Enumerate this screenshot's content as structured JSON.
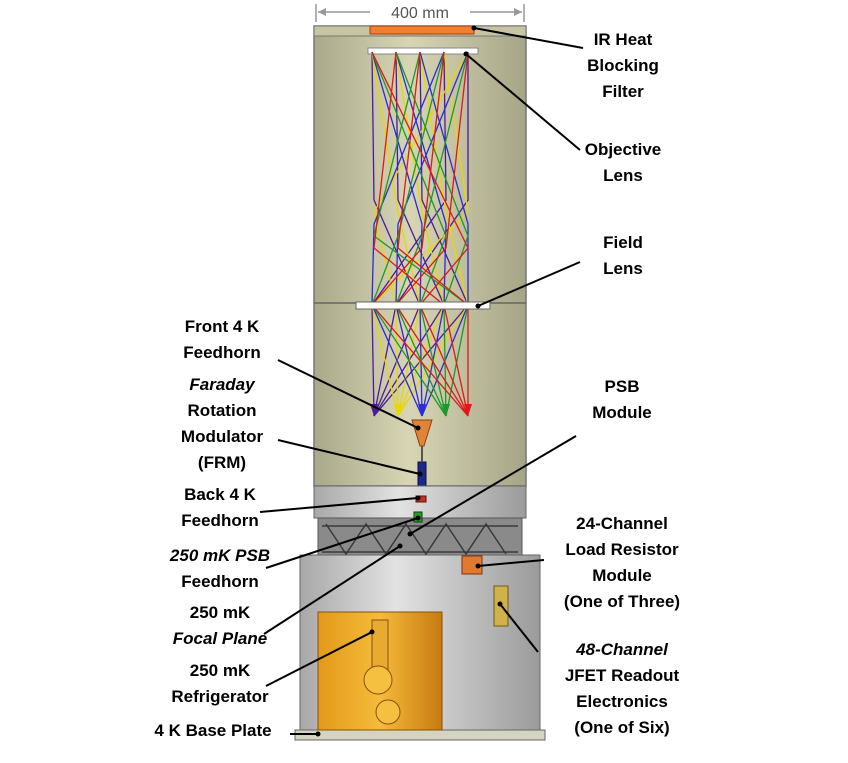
{
  "dimension_label": "400 mm",
  "labels": {
    "ir_filter": [
      "IR Heat",
      "Blocking",
      "Filter"
    ],
    "objective_lens": [
      "Objective",
      "Lens"
    ],
    "field_lens": [
      "Field",
      "Lens"
    ],
    "front_feedhorn": [
      "Front 4 K",
      "Feedhorn"
    ],
    "frm": [
      "Faraday",
      "Rotation",
      "Modulator",
      "(FRM)"
    ],
    "psb_module": [
      "PSB",
      "Module"
    ],
    "back_feedhorn": [
      "Back 4 K",
      "Feedhorn"
    ],
    "psb_feedhorn": [
      "250 mK PSB",
      "Feedhorn"
    ],
    "focal_plane": [
      "250 mK",
      "Focal Plane"
    ],
    "refrigerator": [
      "250 mK",
      "Refrigerator"
    ],
    "base_plate": [
      "4 K Base Plate"
    ],
    "load_resistor": [
      "24-Channel",
      "Load Resistor",
      "Module",
      "(One of Three)"
    ],
    "jfet": [
      "48-Channel",
      "JFET Readout",
      "Electronics",
      "(One of Six)"
    ]
  },
  "ray_colors": [
    "#4b1a9e",
    "#e8d800",
    "#2a2ad8",
    "#1a9a2a",
    "#e01818"
  ]
}
